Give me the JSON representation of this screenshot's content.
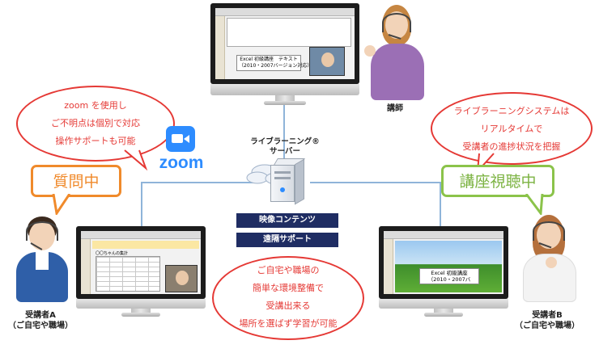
{
  "zoom_bubble": {
    "lines": [
      "zoom を使用し",
      "ご不明点は個別で対応",
      "操作サポートも可能"
    ]
  },
  "live_bubble": {
    "lines": [
      "ライブラーニングシステムは",
      "リアルタイムで",
      "受講者の進捗状況を把握"
    ]
  },
  "env_bubble": {
    "lines": [
      "ご自宅や職場の",
      "簡単な環境整備で",
      "受講出来る",
      "場所を選ばず学習が可能"
    ]
  },
  "status_question": "質問中",
  "status_watching": "講座視聴中",
  "zoom_logo": {
    "text": "zoom",
    "icon": "zoom-video-camera-icon",
    "color": "#2d8cff"
  },
  "server": {
    "name": "ライブラーニング®",
    "label": "サーバー",
    "icon": "server-icon"
  },
  "services": [
    "映像コンテンツ",
    "遠隔サポート"
  ],
  "instructor": {
    "label": "講師"
  },
  "student_a": {
    "name": "受講者A",
    "location": "（ご自宅や職場）"
  },
  "student_b": {
    "name": "受講者B",
    "location": "（ご自宅や職場）"
  },
  "instructor_screen": {
    "slide_lines": [
      "Excel 初級講座　テキスト",
      "（2010・2007バージョン対応）"
    ]
  },
  "student_b_screen": {
    "slide_lines": [
      "Excel 初級講座",
      "（2010・2007バ"
    ]
  },
  "student_a_screen": {
    "slide_title": "〇〇ちゃんの集計"
  },
  "colors": {
    "red": "#e53935",
    "orange": "#f08a2b",
    "green": "#8bc34a",
    "navy": "#1f2d63",
    "line": "#8fb4d9"
  }
}
